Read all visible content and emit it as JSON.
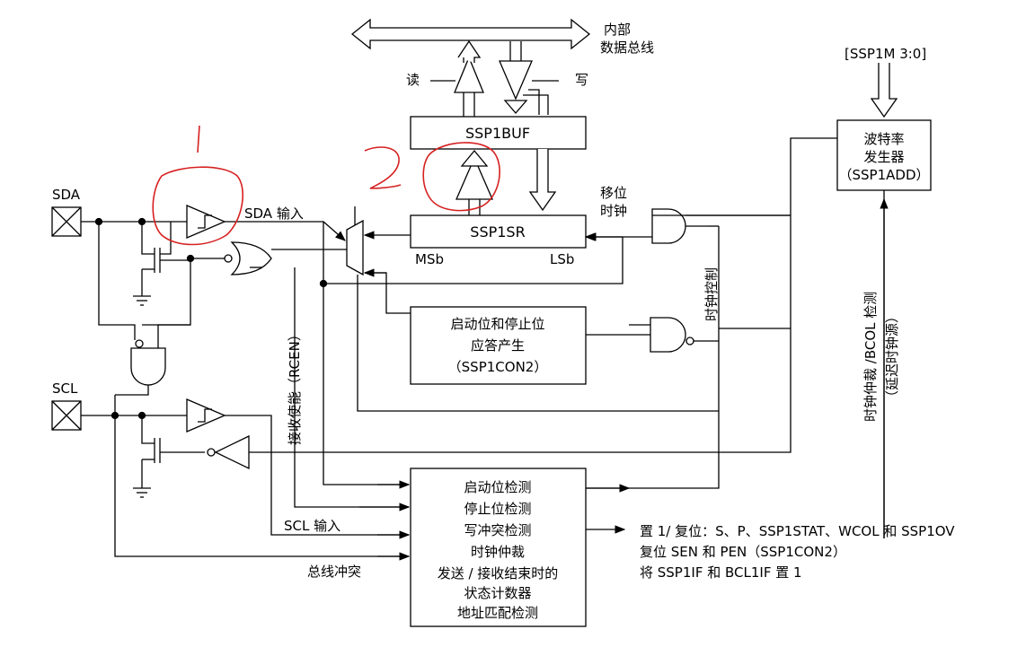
{
  "bus": {
    "line1": "内部",
    "line2": "数据总线",
    "read": "读",
    "write": "写"
  },
  "ssp1m": "[SSP1M 3:0]",
  "buf": "SSP1BUF",
  "sr": "SSP1SR",
  "msb": "MSb",
  "lsb": "LSb",
  "shift": {
    "line1": "移位",
    "line2": "时钟"
  },
  "baud": {
    "line1": "波特率",
    "line2": "发生器",
    "line3": "（SSP1ADD）"
  },
  "pins": {
    "sda": "SDA",
    "scl": "SCL"
  },
  "sda_input": "SDA 输入",
  "scl_input": "SCL 输入",
  "rcen": "接收使能（RCEN）",
  "clock_ctrl": "时钟控制",
  "clock_stretch_side": {
    "line1": "时钟仲裁 /BCOL 检测",
    "line2": "（延迟时钟源）"
  },
  "start_stop": {
    "line1": "启动位和停止位",
    "line2": "应答产生",
    "line3": "（SSP1CON2）"
  },
  "bus_collision": "总线冲突",
  "detect_box": [
    "启动位检测",
    "停止位检测",
    "写冲突检测",
    "时钟仲裁",
    "发送 / 接收结束时的",
    "状态计数器",
    "地址匹配检测"
  ],
  "outputs": [
    "置 1/ 复位：S、P、SSP1STAT、WCOL 和 SSP1OV",
    "复位 SEN 和 PEN（SSP1CON2）",
    "将 SSP1IF 和 BCL1IF 置 1"
  ],
  "annotations": {
    "one": "1",
    "two": "2"
  }
}
